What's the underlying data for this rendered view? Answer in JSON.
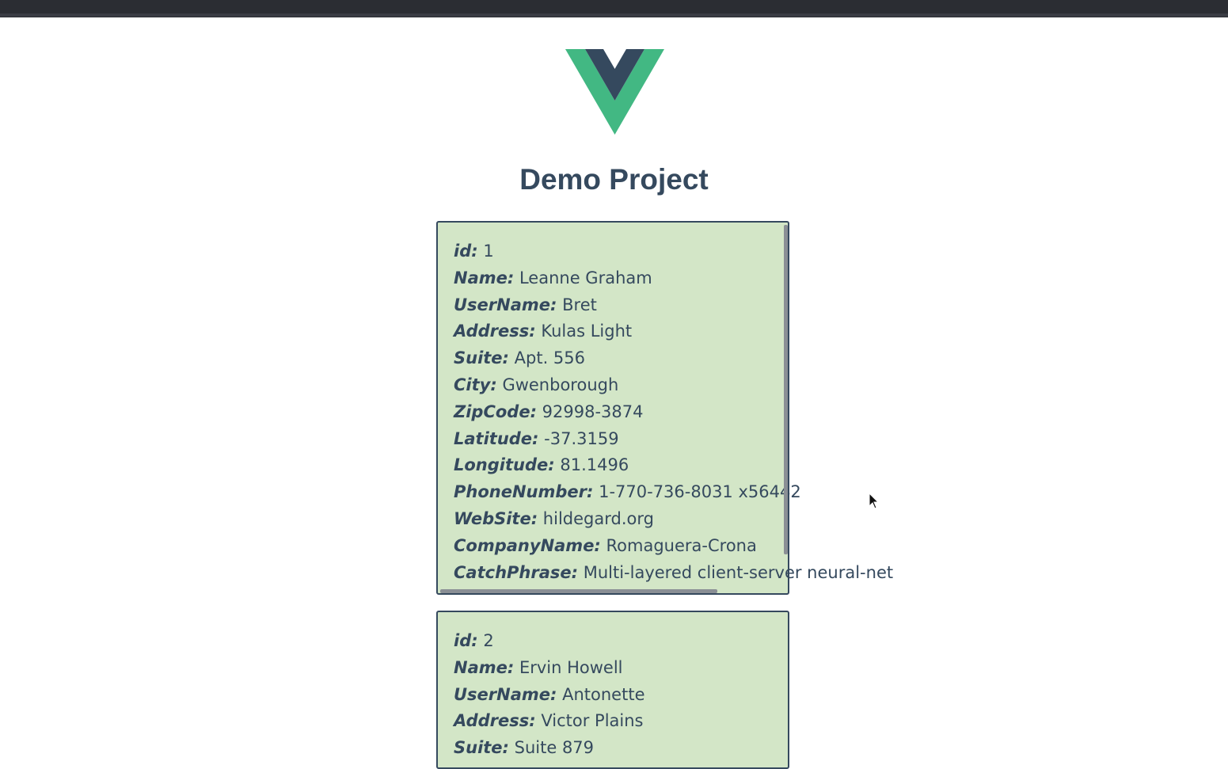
{
  "app": {
    "title": "Demo Project",
    "logo_icon": "vue-logo-icon",
    "colors": {
      "accent_green": "#42b883",
      "accent_dark": "#35495e",
      "card_bg": "#d3e6c7"
    }
  },
  "labels": {
    "id": "id:",
    "name": "Name:",
    "username": "UserName:",
    "address": "Address:",
    "suite": "Suite:",
    "city": "City:",
    "zipcode": "ZipCode:",
    "latitude": "Latitude:",
    "longitude": "Longitude:",
    "phone": "PhoneNumber:",
    "website": "WebSite:",
    "company": "CompanyName:",
    "catchphrase": "CatchPhrase:"
  },
  "users": [
    {
      "id": "1",
      "name": "Leanne Graham",
      "username": "Bret",
      "address": "Kulas Light",
      "suite": "Apt. 556",
      "city": "Gwenborough",
      "zipcode": "92998-3874",
      "latitude": "-37.3159",
      "longitude": "81.1496",
      "phone": "1-770-736-8031 x56442",
      "website": "hildegard.org",
      "company": "Romaguera-Crona",
      "catchphrase": "Multi-layered client-server neural-net"
    },
    {
      "id": "2",
      "name": "Ervin Howell",
      "username": "Antonette",
      "address": "Victor Plains",
      "suite": "Suite 879"
    }
  ]
}
